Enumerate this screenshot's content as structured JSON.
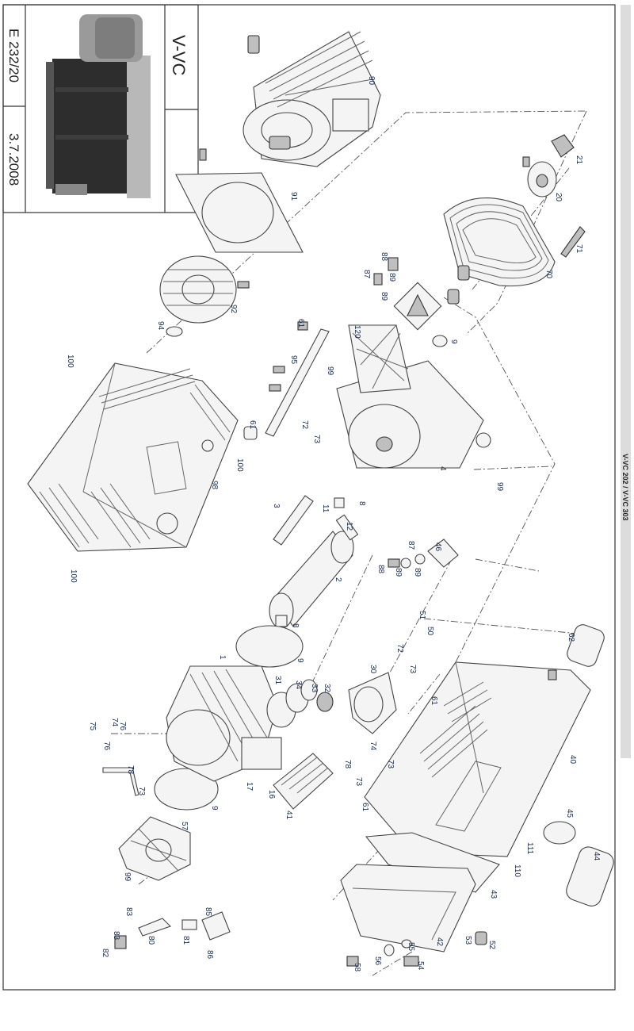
{
  "header": {
    "model": "V-VC",
    "doc_number": "E 232/20",
    "date": "3.7.2008"
  },
  "side_title": "V-VC 202 / V-VC 303",
  "part_labels": [
    {
      "id": "p90",
      "text": "90"
    },
    {
      "id": "p21",
      "text": "21"
    },
    {
      "id": "p20",
      "text": "20"
    },
    {
      "id": "p91",
      "text": "91"
    },
    {
      "id": "p71",
      "text": "71"
    },
    {
      "id": "p70",
      "text": "70"
    },
    {
      "id": "p88a",
      "text": "88"
    },
    {
      "id": "p87a",
      "text": "87"
    },
    {
      "id": "p89a",
      "text": "89"
    },
    {
      "id": "p89b",
      "text": "89"
    },
    {
      "id": "p92",
      "text": "92"
    },
    {
      "id": "p94",
      "text": "94"
    },
    {
      "id": "p9a",
      "text": "9"
    },
    {
      "id": "p120",
      "text": "120"
    },
    {
      "id": "p61a",
      "text": "61"
    },
    {
      "id": "p95",
      "text": "95"
    },
    {
      "id": "p99a",
      "text": "99"
    },
    {
      "id": "p100a",
      "text": "100"
    },
    {
      "id": "p72a",
      "text": "72"
    },
    {
      "id": "p73a",
      "text": "73"
    },
    {
      "id": "p61b",
      "text": "61"
    },
    {
      "id": "p100b",
      "text": "100"
    },
    {
      "id": "p4",
      "text": "4"
    },
    {
      "id": "p99b",
      "text": "99"
    },
    {
      "id": "p98",
      "text": "98"
    },
    {
      "id": "p3",
      "text": "3"
    },
    {
      "id": "p11",
      "text": "11"
    },
    {
      "id": "p8a",
      "text": "8"
    },
    {
      "id": "p12",
      "text": "12"
    },
    {
      "id": "p100c",
      "text": "100"
    },
    {
      "id": "p2",
      "text": "2"
    },
    {
      "id": "p87b",
      "text": "87"
    },
    {
      "id": "p46",
      "text": "46"
    },
    {
      "id": "p88b",
      "text": "88"
    },
    {
      "id": "p89c",
      "text": "89"
    },
    {
      "id": "p89d",
      "text": "89"
    },
    {
      "id": "p8b",
      "text": "8"
    },
    {
      "id": "p51",
      "text": "51"
    },
    {
      "id": "p50",
      "text": "50"
    },
    {
      "id": "p9b",
      "text": "9"
    },
    {
      "id": "p62",
      "text": "62"
    },
    {
      "id": "p1",
      "text": "1"
    },
    {
      "id": "p72b",
      "text": "72"
    },
    {
      "id": "p73b",
      "text": "73"
    },
    {
      "id": "p31",
      "text": "31"
    },
    {
      "id": "p34",
      "text": "34"
    },
    {
      "id": "p33",
      "text": "33"
    },
    {
      "id": "p32",
      "text": "32"
    },
    {
      "id": "p30",
      "text": "30"
    },
    {
      "id": "p61c",
      "text": "61"
    },
    {
      "id": "p75",
      "text": "75"
    },
    {
      "id": "p74a",
      "text": "74"
    },
    {
      "id": "p76a",
      "text": "76"
    },
    {
      "id": "p76b",
      "text": "76"
    },
    {
      "id": "p74b",
      "text": "74"
    },
    {
      "id": "p73c",
      "text": "73"
    },
    {
      "id": "p78a",
      "text": "78"
    },
    {
      "id": "p73d",
      "text": "73"
    },
    {
      "id": "p40",
      "text": "40"
    },
    {
      "id": "p17",
      "text": "17"
    },
    {
      "id": "p16",
      "text": "16"
    },
    {
      "id": "p41",
      "text": "41"
    },
    {
      "id": "p78b",
      "text": "78"
    },
    {
      "id": "p73e",
      "text": "73"
    },
    {
      "id": "p9c",
      "text": "9"
    },
    {
      "id": "p61d",
      "text": "61"
    },
    {
      "id": "p45",
      "text": "45"
    },
    {
      "id": "p57",
      "text": "57"
    },
    {
      "id": "p111",
      "text": "111"
    },
    {
      "id": "p44",
      "text": "44"
    },
    {
      "id": "p110",
      "text": "110"
    },
    {
      "id": "p99c",
      "text": "99"
    },
    {
      "id": "p43",
      "text": "43"
    },
    {
      "id": "p83a",
      "text": "83"
    },
    {
      "id": "p85",
      "text": "85"
    },
    {
      "id": "p80",
      "text": "80"
    },
    {
      "id": "p81",
      "text": "81"
    },
    {
      "id": "p83b",
      "text": "83"
    },
    {
      "id": "p82",
      "text": "82"
    },
    {
      "id": "p86",
      "text": "86"
    },
    {
      "id": "p42",
      "text": "42"
    },
    {
      "id": "p53",
      "text": "53"
    },
    {
      "id": "p52",
      "text": "52"
    },
    {
      "id": "p55",
      "text": "55"
    },
    {
      "id": "p56",
      "text": "56"
    },
    {
      "id": "p54",
      "text": "54"
    },
    {
      "id": "p58",
      "text": "58"
    }
  ]
}
